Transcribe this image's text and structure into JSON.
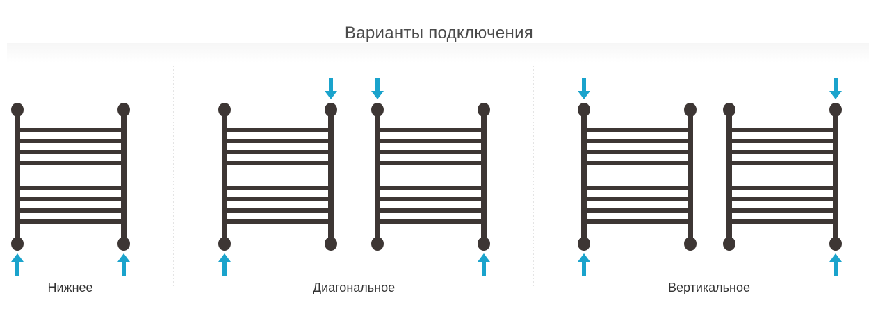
{
  "title": "Варианты подключения",
  "colors": {
    "rail": "#3d3634",
    "arrow": "#1aa3cc",
    "divider": "#c8c8c8",
    "text": "#333333"
  },
  "groups": [
    {
      "label": "Нижнее",
      "radiators": [
        {
          "arrows": [
            "left-bottom-in",
            "right-bottom-in"
          ]
        }
      ]
    },
    {
      "label": "Диагональное",
      "radiators": [
        {
          "arrows": [
            "left-bottom-in",
            "right-top-in"
          ]
        },
        {
          "arrows": [
            "left-top-in",
            "right-bottom-in"
          ]
        }
      ]
    },
    {
      "label": "Вертикальное",
      "radiators": [
        {
          "arrows": [
            "left-top-in",
            "left-bottom-in"
          ]
        },
        {
          "arrows": [
            "right-top-in",
            "right-bottom-in"
          ]
        }
      ]
    }
  ]
}
